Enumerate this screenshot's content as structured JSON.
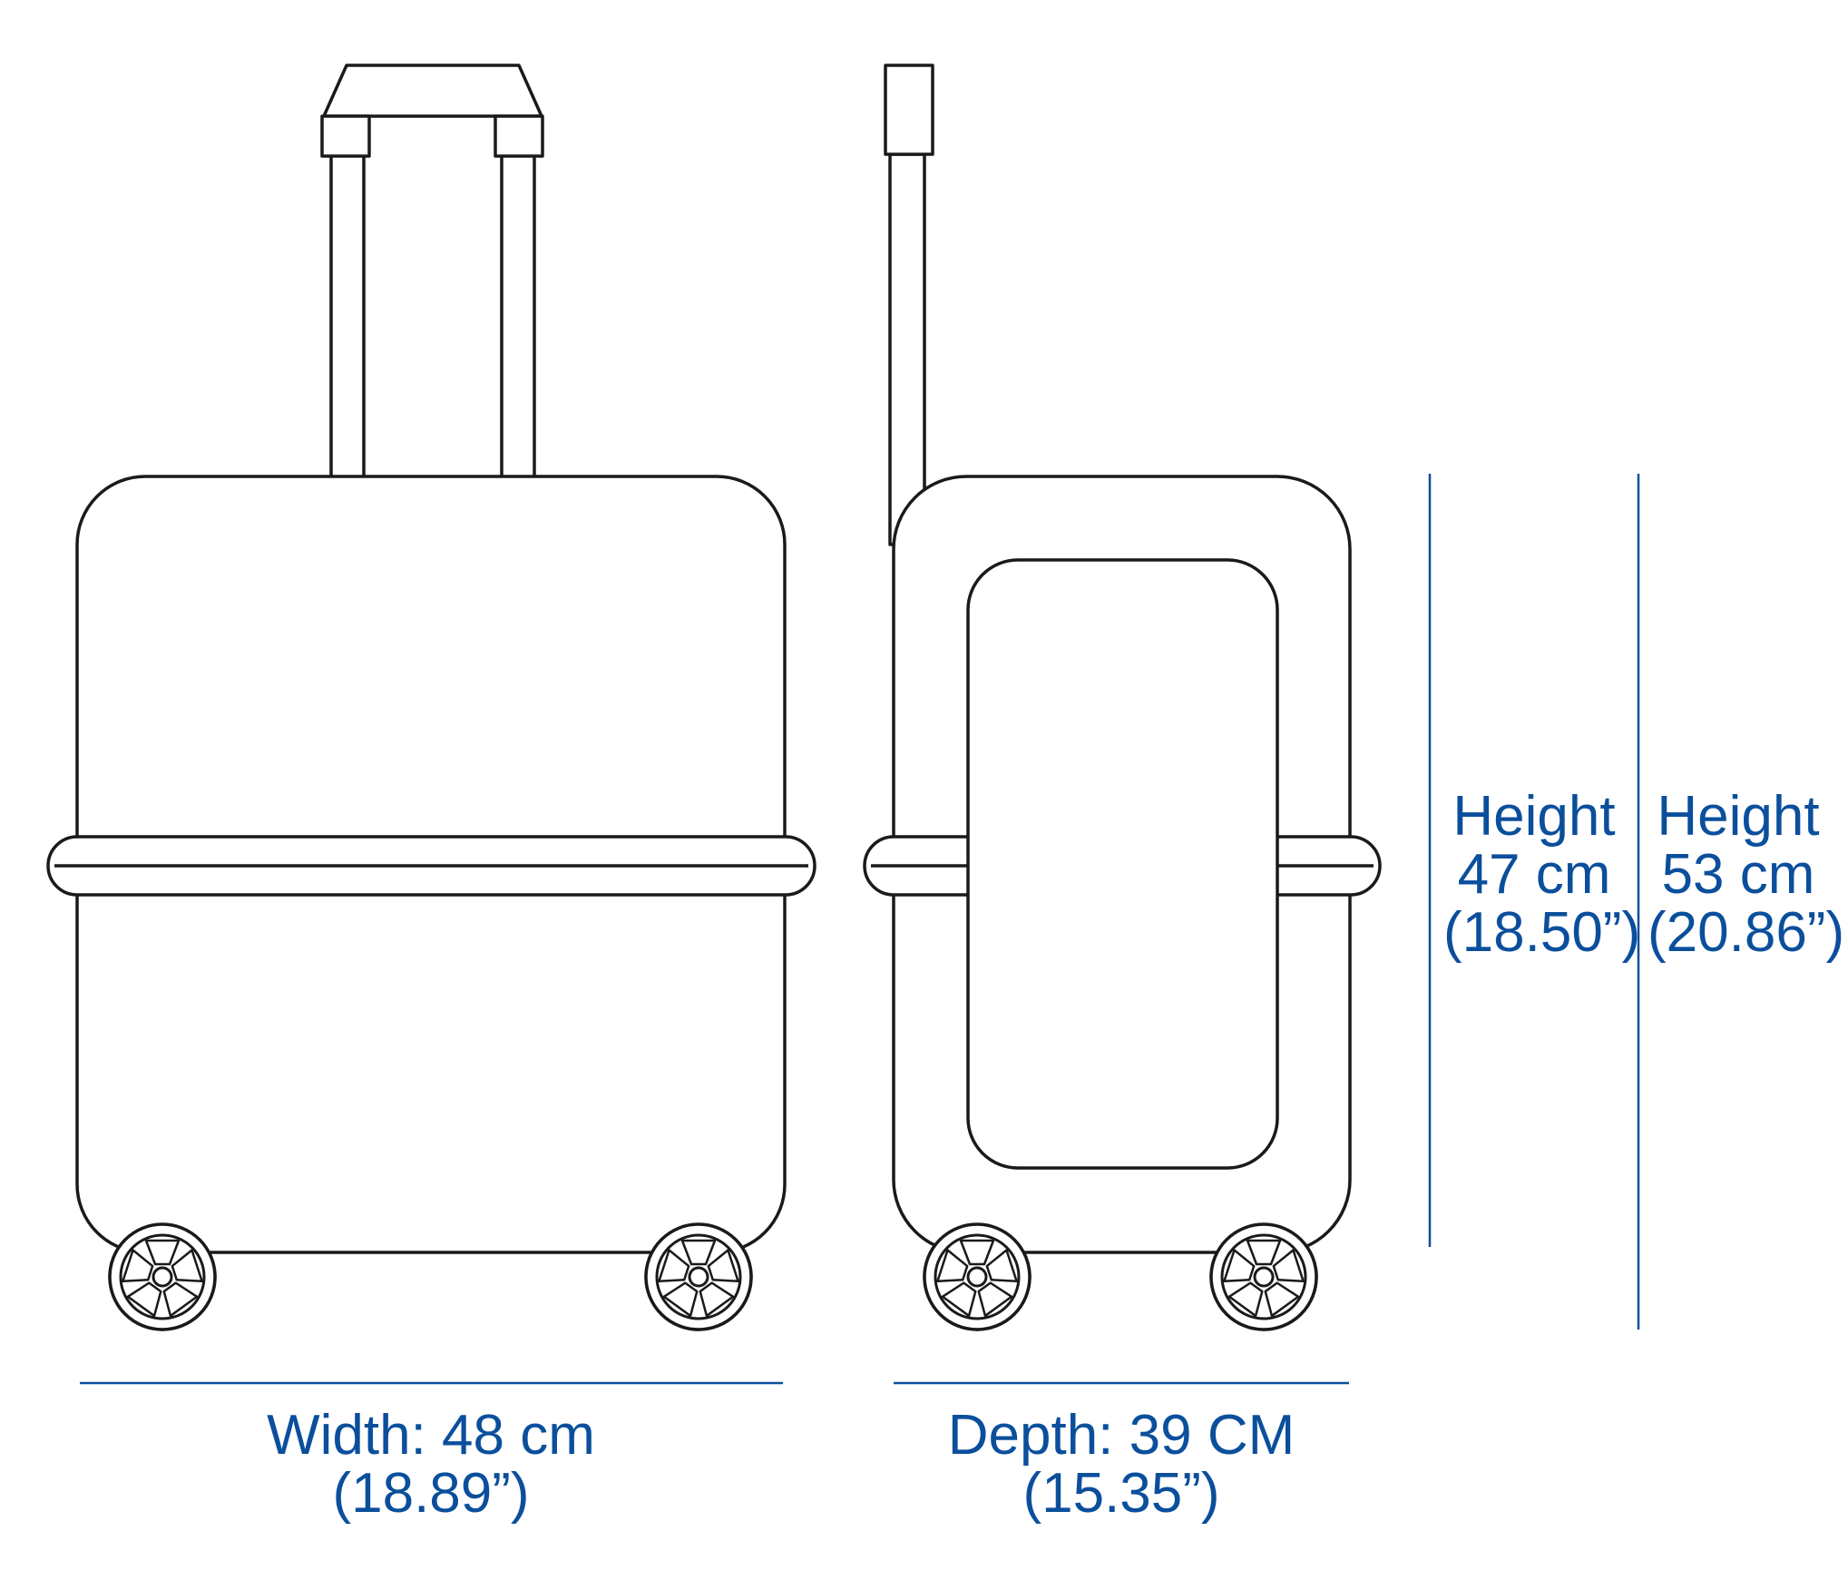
{
  "colors": {
    "dimension": "#0b4f9c",
    "outline": "#1a1a1a",
    "background": "#ffffff"
  },
  "dimensions": {
    "width": {
      "line1": "Width: 48 cm",
      "line2": "(18.89”)"
    },
    "depth": {
      "line1": "Depth: 39 CM",
      "line2": "(15.35”)"
    },
    "body_height": {
      "line1": "Height",
      "line2": "47 cm",
      "line3": "(18.50”)"
    },
    "total_height": {
      "line1": "Height",
      "line2": "53 cm",
      "line3": "(20.86”)"
    }
  }
}
